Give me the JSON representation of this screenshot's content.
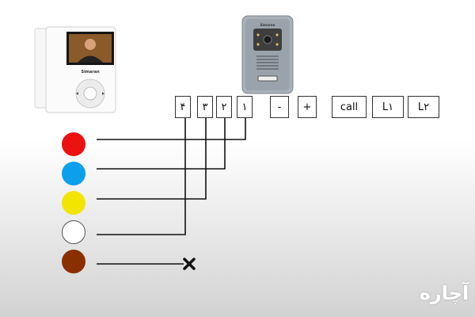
{
  "monitor": {
    "brand": "Simaran"
  },
  "door_panel": {
    "brand": "Simaran"
  },
  "terminals": [
    {
      "id": "t4",
      "label": "۴"
    },
    {
      "id": "t3",
      "label": "۳"
    },
    {
      "id": "t2",
      "label": "۲"
    },
    {
      "id": "t1",
      "label": "۱"
    },
    {
      "id": "minus",
      "label": "-"
    },
    {
      "id": "plus",
      "label": "+"
    },
    {
      "id": "call",
      "label": "call"
    },
    {
      "id": "l1",
      "label": "L۱"
    },
    {
      "id": "l2",
      "label": "L۲"
    }
  ],
  "wires": [
    {
      "color_name": "red",
      "color": "#ee1111",
      "terminal": "t1"
    },
    {
      "color_name": "blue",
      "color": "#0aa0ec",
      "terminal": "t2"
    },
    {
      "color_name": "yellow",
      "color": "#f2e600",
      "terminal": "t3"
    },
    {
      "color_name": "white",
      "color": "#ffffff",
      "terminal": "t4"
    },
    {
      "color_name": "brown",
      "color": "#8a3000",
      "terminal": "not-connected"
    }
  ],
  "watermark": {
    "text": "آچاره"
  }
}
